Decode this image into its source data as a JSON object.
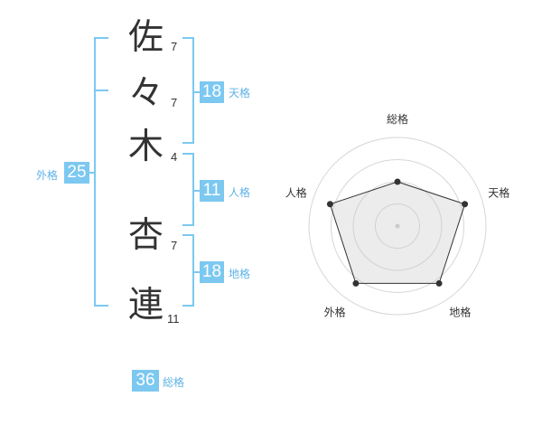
{
  "name_chars": [
    {
      "char": "佐",
      "strokes": "7"
    },
    {
      "char": "々",
      "strokes": "7"
    },
    {
      "char": "木",
      "strokes": "4"
    },
    {
      "char": "杏",
      "strokes": "7"
    },
    {
      "char": "連",
      "strokes": "11"
    }
  ],
  "scores": {
    "tenkaku": {
      "value": "18",
      "label": "天格"
    },
    "jinkaku": {
      "value": "11",
      "label": "人格"
    },
    "chikaku": {
      "value": "18",
      "label": "地格"
    },
    "gaikaku": {
      "value": "25",
      "label": "外格"
    },
    "soukaku": {
      "value": "36",
      "label": "総格"
    }
  },
  "colors": {
    "accent": "#7cc8f1",
    "accent_text": "#5fb3e6",
    "text": "#333333"
  },
  "chart_data": {
    "type": "radar",
    "axes": [
      "総格",
      "天格",
      "地格",
      "外格",
      "人格"
    ],
    "values": [
      0.5,
      0.8,
      0.8,
      0.8,
      0.8
    ],
    "range": [
      0,
      1
    ],
    "rings": 4
  }
}
